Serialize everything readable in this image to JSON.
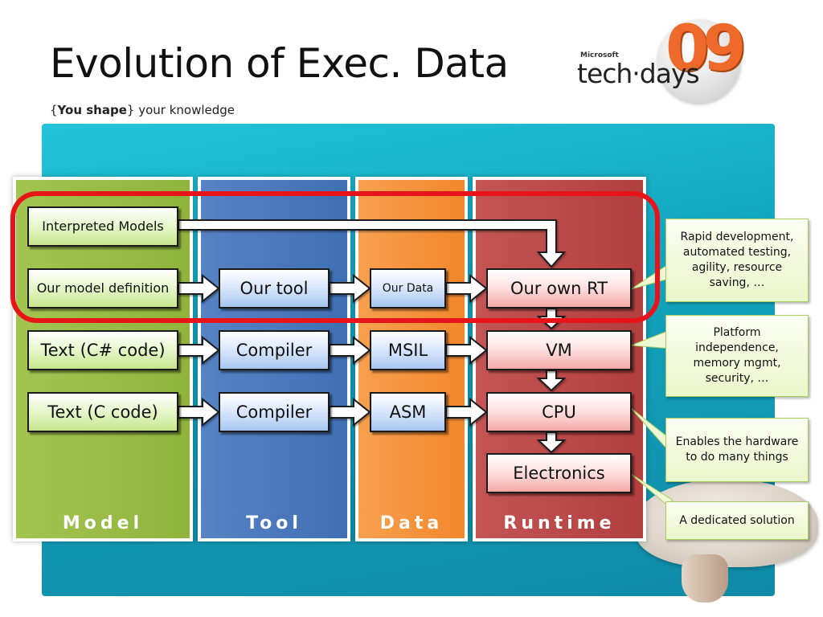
{
  "slide": {
    "title": "Evolution of Exec. Data",
    "subtitle_open": "{",
    "subtitle_bold": "You shape",
    "subtitle_rest": "} your knowledge"
  },
  "logo": {
    "brand": "Microsoft",
    "name": "tech·days",
    "number": "09"
  },
  "columns": {
    "model": "Model",
    "tool": "Tool",
    "data": "Data",
    "runtime": "Runtime"
  },
  "rows": {
    "interpreted": {
      "model": "Interpreted Models"
    },
    "own": {
      "model": "Our model definition",
      "tool": "Our tool",
      "data": "Our Data",
      "runtime": "Our own RT"
    },
    "csharp": {
      "model": "Text (C# code)",
      "tool": "Compiler",
      "data": "MSIL",
      "runtime": "VM"
    },
    "c": {
      "model": "Text (C code)",
      "tool": "Compiler",
      "data": "ASM",
      "runtime": "CPU"
    },
    "hw": {
      "runtime": "Electronics"
    }
  },
  "notes": [
    "Rapid development, automated testing, agility, resource saving, …",
    "Platform independence, memory mgmt, security, …",
    "Enables the hardware to do many things",
    "A dedicated solution"
  ],
  "colors": {
    "highlight": "#e8141a",
    "model": "#9cbf48",
    "tool": "#4a78bd",
    "data": "#f59236",
    "runtime": "#bc4a4a",
    "background": "#15acc4"
  }
}
